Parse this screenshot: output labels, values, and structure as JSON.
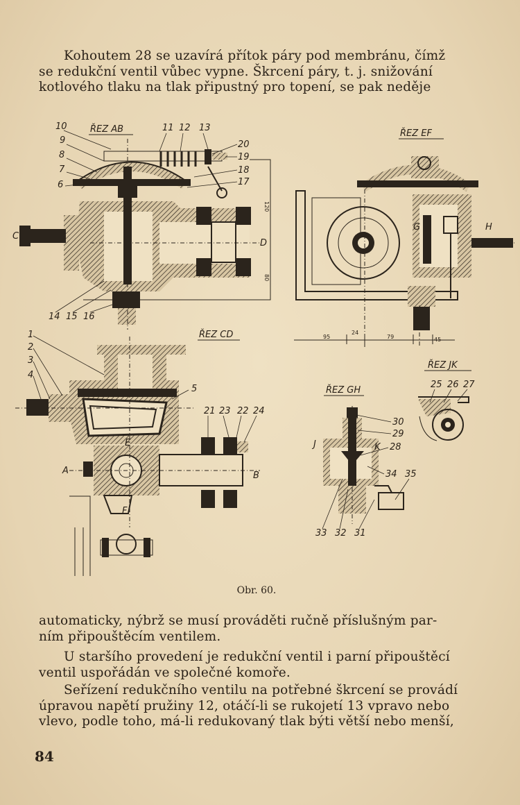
{
  "text": {
    "p1_lines": [
      "Kohoutem 28 se uzavírá přítok páry pod membránu, čímž",
      "se redukční ventil vůbec vypne. Škrcení páry, t. j. snižování",
      "kotlového tlaku na tlak připustný pro topení, se pak neděje"
    ],
    "p2_lines": [
      "automaticky, nýbrž se musí prováděti ručně příslušným par-",
      "ním připouštěcím ventilem."
    ],
    "p3_lines": [
      "U staršího provedení je redukční ventil i parní připouštěcí",
      "ventil uspořádán ve společné komoře."
    ],
    "p4_lines": [
      "Seřízení redukčního ventilu na potřebné škrcení se provádí",
      "úpravou napětí pružiny 12, otáčí-li se rukojetí 13 vpravo nebo",
      "vlevo, podle toho, má-li redukovaný tlak býti větší nebo menší,"
    ]
  },
  "figure": {
    "caption": "Obr. 60.",
    "sections": {
      "ab": "ŘEZ AB",
      "ef": "ŘEZ EF",
      "cd": "ŘEZ CD",
      "jk": "ŘEZ JK",
      "gh": "ŘEZ GH"
    },
    "labels": {
      "n1": "1",
      "n2": "2",
      "n3": "3",
      "n4": "4",
      "n5": "5",
      "n6": "6",
      "n7": "7",
      "n8": "8",
      "n9": "9",
      "n10": "10",
      "n11": "11",
      "n12": "12",
      "n13": "13",
      "n14": "14",
      "n15": "15",
      "n16": "16",
      "n17": "17",
      "n18": "18",
      "n19": "19",
      "n20": "20",
      "n21": "21",
      "n22": "22",
      "n23": "23",
      "n24": "24",
      "n25": "25",
      "n26": "26",
      "n27": "27",
      "n28": "28",
      "n29": "29",
      "n30": "30",
      "n31": "31",
      "n32": "32",
      "n33": "33",
      "n34": "34",
      "n35": "35",
      "a": "A",
      "b": "B",
      "c": "C",
      "d": "D",
      "e": "E",
      "f": "F",
      "g": "G",
      "h": "H",
      "j": "J",
      "k": "K"
    },
    "dimensions": {
      "d95": "95",
      "d24": "24",
      "d79": "79",
      "d45": "45",
      "d80": "80",
      "d120": "120"
    }
  },
  "page_number": "84"
}
